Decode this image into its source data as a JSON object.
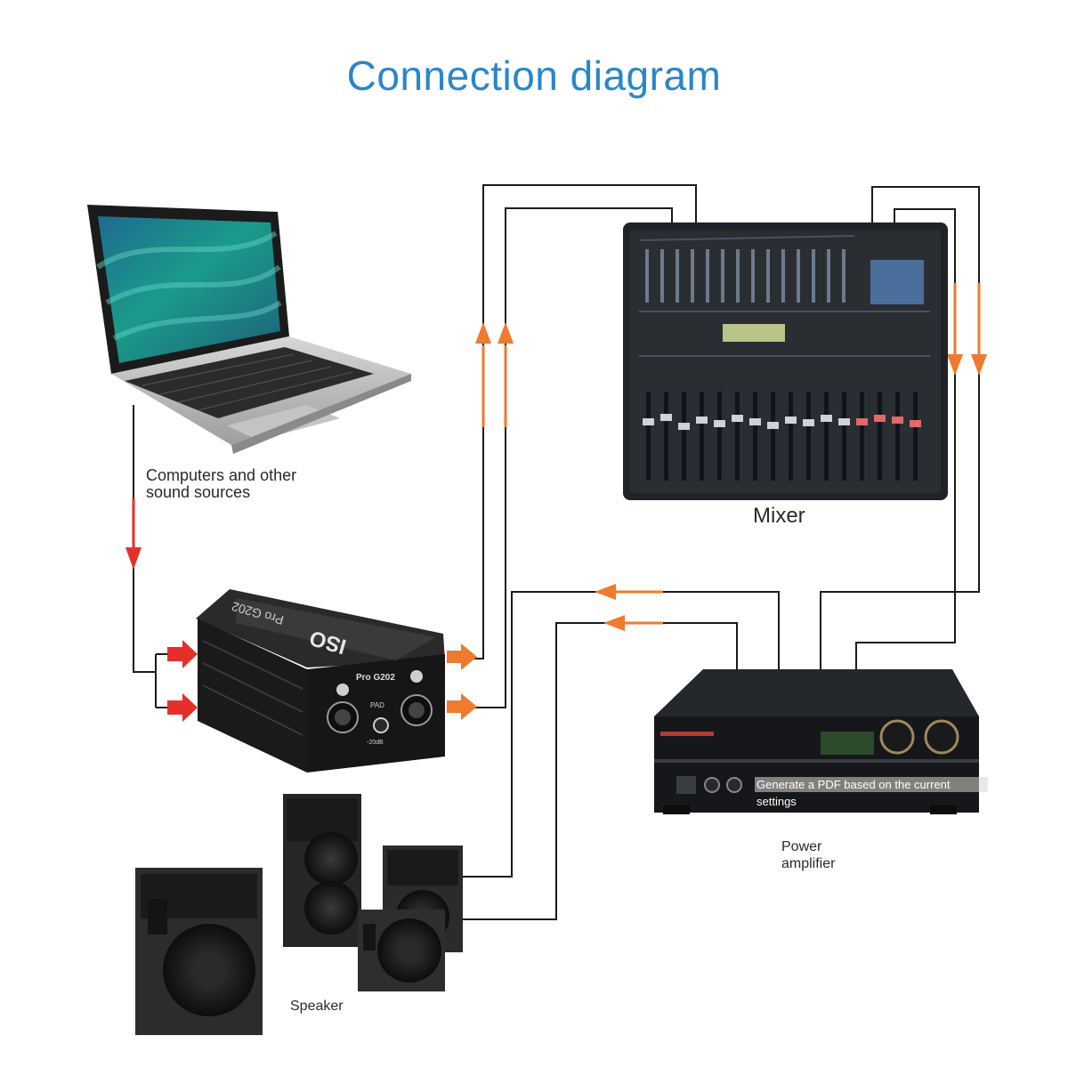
{
  "title": "Connection diagram",
  "labels": {
    "computer": [
      "Computers and other",
      "sound sources"
    ],
    "mixer": "Mixer",
    "amplifier": [
      "Power",
      "amplifier"
    ],
    "speaker": "Speaker"
  },
  "overlay_text": [
    "Generate a PDF based on the current",
    "settings"
  ],
  "device_text": {
    "iso_brand": "ISO",
    "iso_model": "Pro G202",
    "iso_pad": "PAD",
    "iso_db": "-20dB"
  },
  "colors": {
    "title": "#2a86c9",
    "input_arrow": "#e4302b",
    "signal_arrow": "#f07a2e",
    "wire": "#1a1a1a"
  }
}
